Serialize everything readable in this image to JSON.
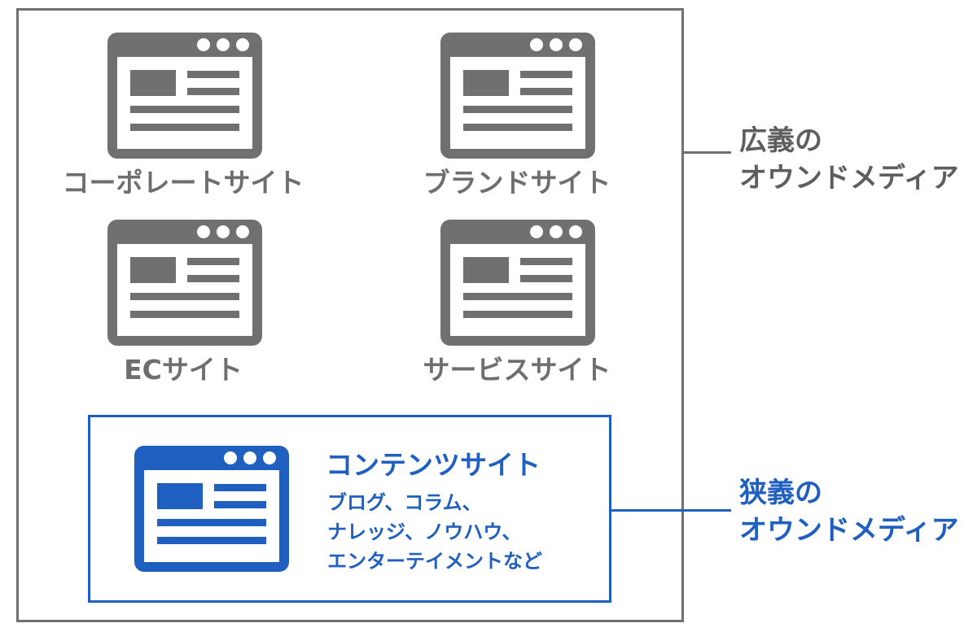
{
  "colors": {
    "gray": "#707070",
    "blue": "#1f5fbf"
  },
  "sites": [
    {
      "label": "コーポレートサイト",
      "icon": "browser-window-icon"
    },
    {
      "label": "ブランドサイト",
      "icon": "browser-window-icon"
    },
    {
      "label": "ECサイト",
      "icon": "browser-window-icon"
    },
    {
      "label": "サービスサイト",
      "icon": "browser-window-icon"
    }
  ],
  "content_site": {
    "title": "コンテンツサイト",
    "description": [
      "ブログ、コラム、",
      "ナレッジ、ノウハウ、",
      "エンターテイメントなど"
    ],
    "icon": "browser-window-icon"
  },
  "broad": {
    "line1": "広義の",
    "line2": "オウンドメディア"
  },
  "narrow": {
    "line1": "狭義の",
    "line2": "オウンドメディア"
  }
}
